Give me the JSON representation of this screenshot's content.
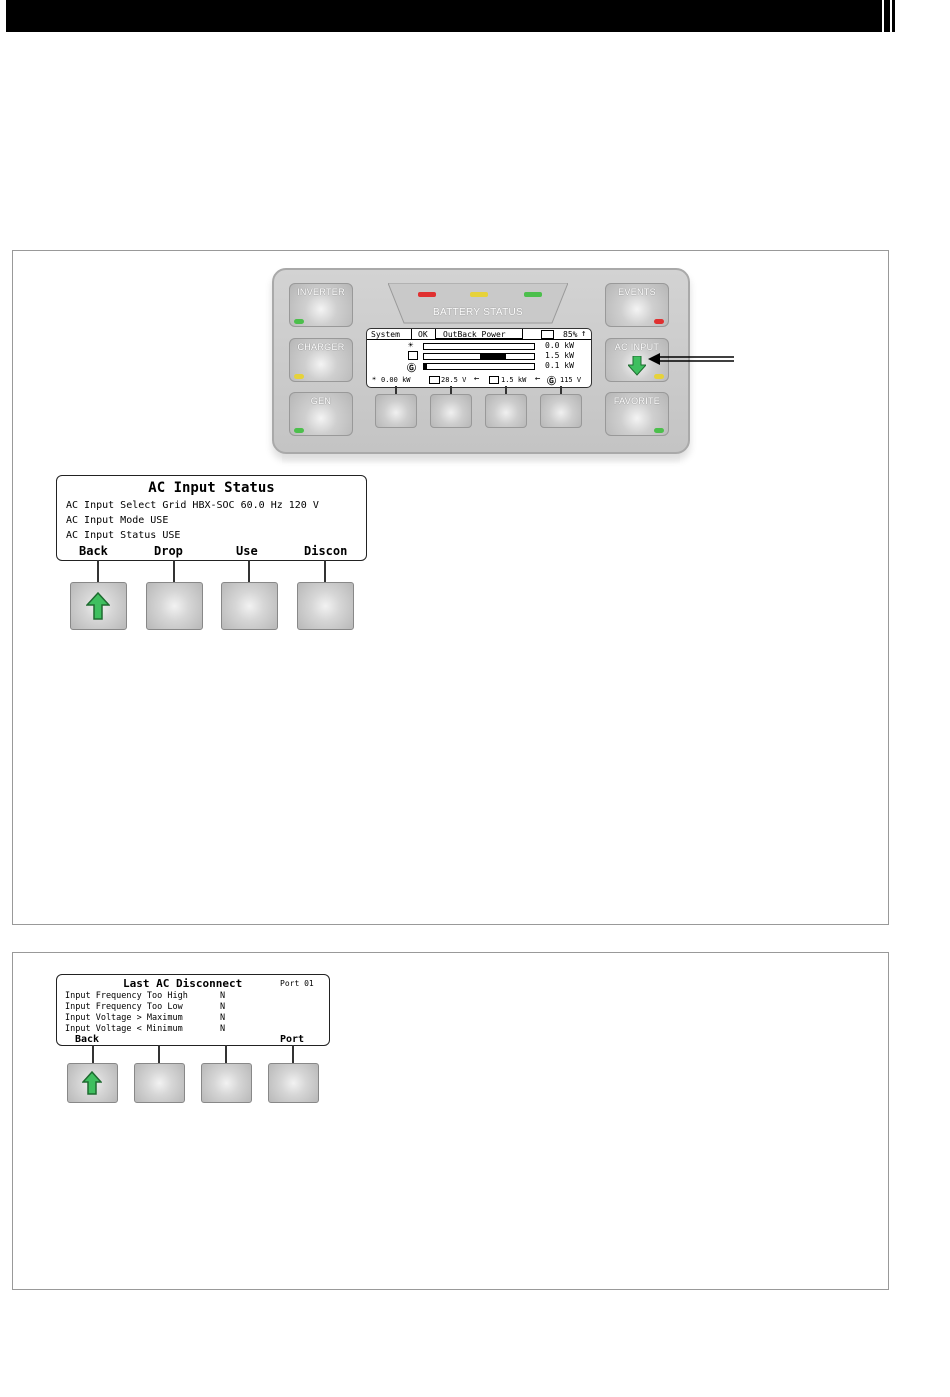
{
  "device": {
    "keys": {
      "inverter": "INVERTER",
      "charger": "CHARGER",
      "gen": "GEN",
      "events": "EVENTS",
      "ac_input": "AC INPUT",
      "favorite": "FAVORITE"
    },
    "battery_status": "BATTERY STATUS",
    "led_colors": {
      "red": "#e03030",
      "yellow": "#e6d23a",
      "green": "#4cbf4c"
    },
    "lcd": {
      "system": "System",
      "ok": "OK",
      "brand": "OutBack Power",
      "soc": "85%",
      "row1_value": "0.0 kW",
      "row2_value": "1.5 kW",
      "row3_value": "0.1 kW",
      "bottom_left": "0.00 kW",
      "bottom_battery": "28.5 V",
      "bottom_inverter": "1.5 kW",
      "bottom_grid": "115 V"
    }
  },
  "ac_input_screen": {
    "title": "AC Input Status",
    "line1": "AC Input Select Grid HBX-SOC  60.0 Hz  120 V",
    "line2": "AC Input Mode   USE",
    "line3": "AC Input Status USE",
    "softkeys": [
      "Back",
      "Drop",
      "Use",
      "Discon"
    ]
  },
  "disconnect_screen": {
    "title": "Last AC Disconnect",
    "port": "Port 01",
    "rows": [
      {
        "label": "Input Frequency Too High",
        "value": "N"
      },
      {
        "label": "Input Frequency Too Low",
        "value": "N"
      },
      {
        "label": "Input Voltage > Maximum",
        "value": "N"
      },
      {
        "label": "Input Voltage < Minimum",
        "value": "N"
      }
    ],
    "softkeys": [
      "Back",
      "Port"
    ]
  },
  "accent_green": "#3fbf5f"
}
